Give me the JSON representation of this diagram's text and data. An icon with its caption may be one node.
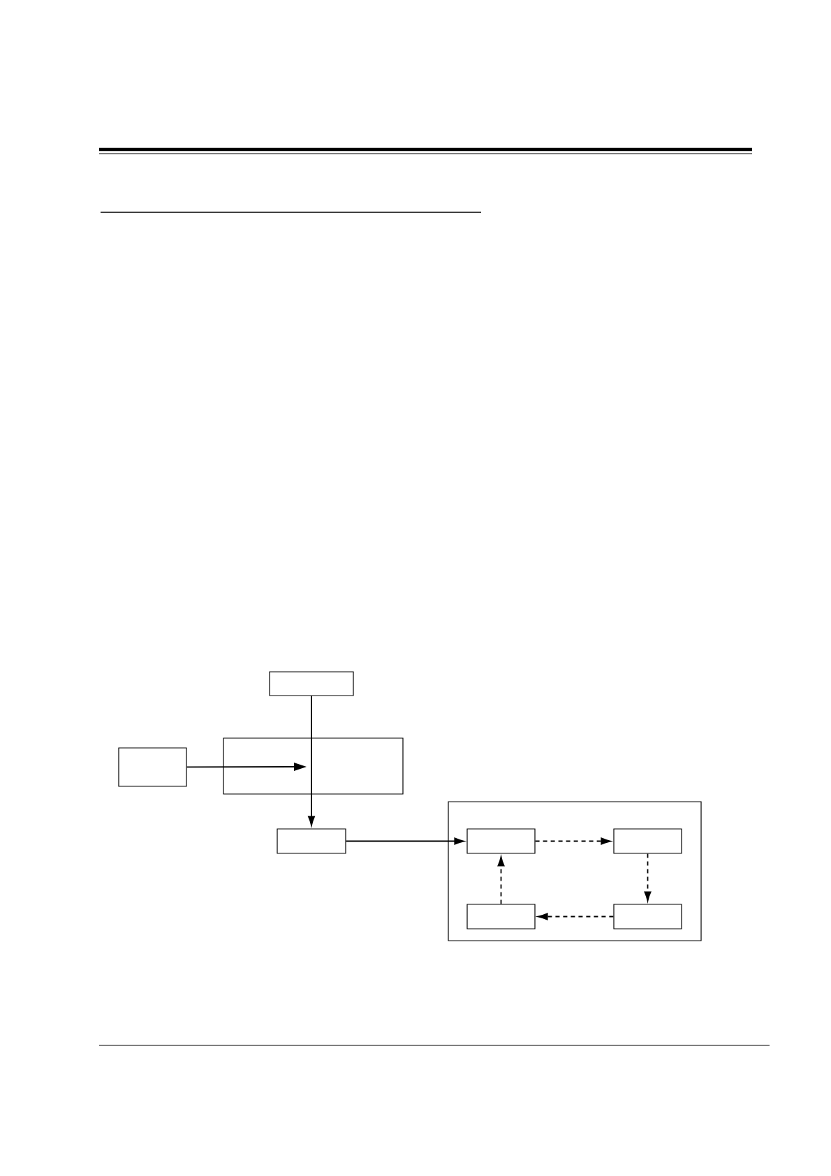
{
  "diagram": {
    "nodes": [
      {
        "text": [],
        "shape": "box"
      },
      {
        "text": [],
        "shape": "box"
      },
      {
        "text": [],
        "shape": "box"
      },
      {
        "text": [],
        "shape": "box"
      },
      {
        "text": [],
        "shape": "box"
      },
      {
        "text": [],
        "shape": "box",
        "in": 4
      },
      {
        "text": [],
        "shape": "box",
        "in": 4
      },
      {
        "text": [],
        "shape": "box",
        "in": 4
      },
      {
        "text": [],
        "shape": "box",
        "in": 4
      }
    ],
    "edges": [
      {
        "from": 0,
        "to": 2,
        "arrow": "none"
      },
      {
        "from": 1,
        "to": 2,
        "arrow": "to"
      },
      {
        "from": 2,
        "to": 3,
        "arrow": "to"
      },
      {
        "from": 3,
        "to": 5,
        "arrow": "to"
      },
      {
        "from": 5,
        "to": 6,
        "arrow": "to",
        "style": "dashed"
      },
      {
        "from": 6,
        "to": 8,
        "arrow": "to",
        "style": "dashed"
      },
      {
        "from": 8,
        "to": 7,
        "arrow": "to",
        "style": "dashed"
      },
      {
        "from": 7,
        "to": 5,
        "arrow": "to",
        "style": "dashed"
      }
    ]
  }
}
